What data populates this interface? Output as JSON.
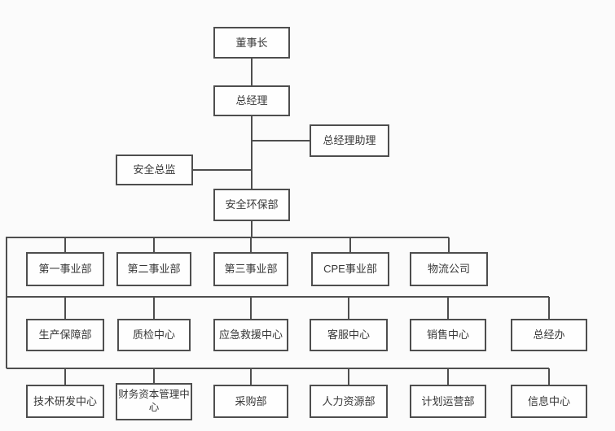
{
  "colors": {
    "border": "#4e4e4e",
    "line": "#4e4e4e",
    "text": "#383838",
    "background": "#fbfbfb",
    "node_bg": "#fefefe"
  },
  "nodes": {
    "chairman": "董事长",
    "general_manager": "总经理",
    "gm_assistant": "总经理助理",
    "safety_director": "安全总监",
    "safety_environment_dept": "安全环保部",
    "division_1": "第一事业部",
    "division_2": "第二事业部",
    "division_3": "第三事业部",
    "cpe_division": "CPE事业部",
    "logistics_company": "物流公司",
    "production_support_dept": "生产保障部",
    "quality_inspection_center": "质检中心",
    "emergency_rescue_center": "应急救援中心",
    "customer_service_center": "客服中心",
    "sales_center": "销售中心",
    "gm_office": "总经办",
    "tech_rd_center": "技术研发中心",
    "finance_capital_center": "财务资本管理中心",
    "procurement_dept": "采购部",
    "hr_dept": "人力资源部",
    "planning_operations_dept": "计划运营部",
    "information_center": "信息中心"
  }
}
